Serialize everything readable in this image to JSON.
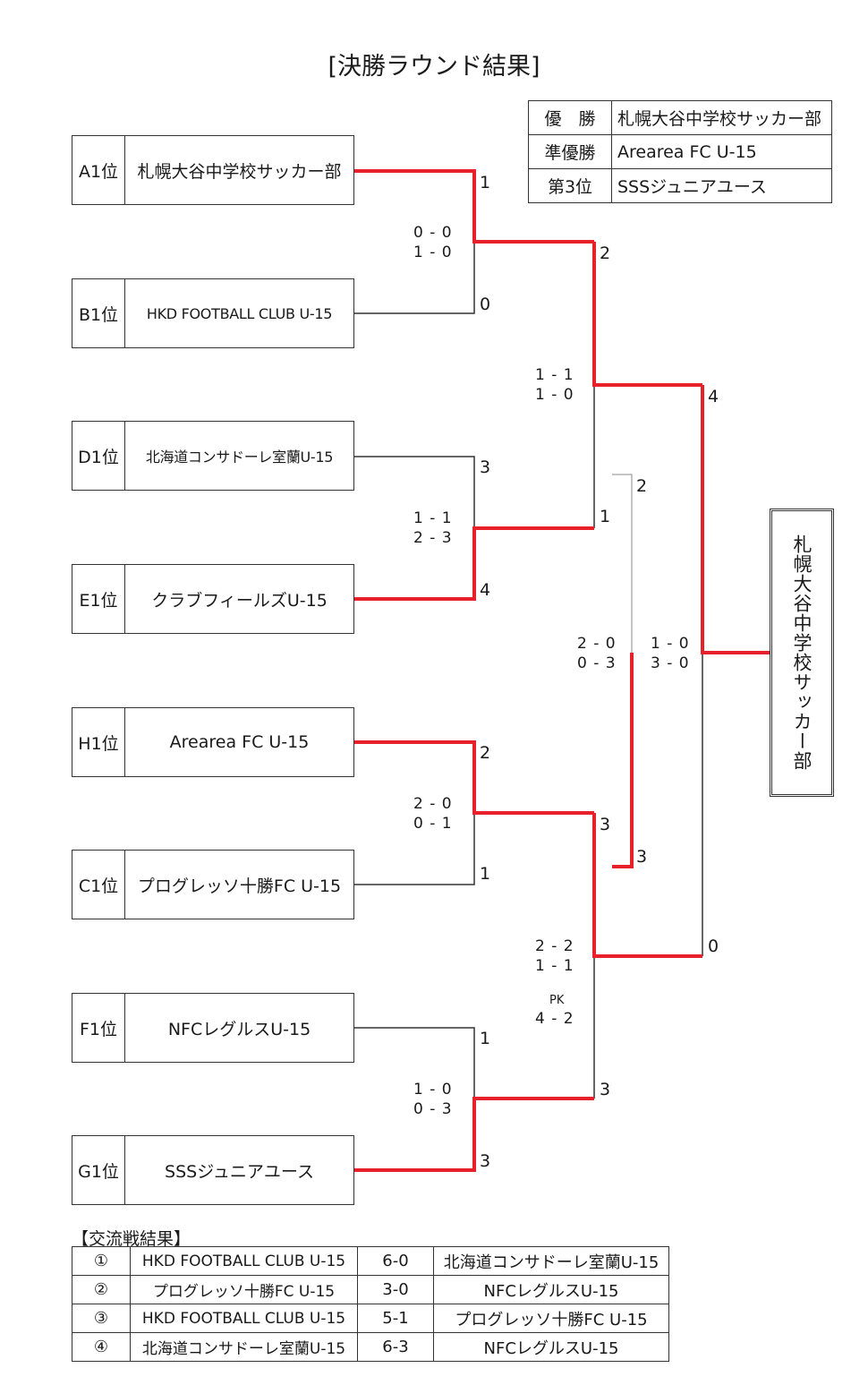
{
  "title": "[決勝ラウンド結果]",
  "results": [
    {
      "label": "優　勝",
      "value": "札幌大谷中学校サッカー部"
    },
    {
      "label": "準優勝",
      "value": "Arearea FC U-15"
    },
    {
      "label": "第3位",
      "value": "SSSジュニアユース"
    }
  ],
  "teams": [
    {
      "seed": "A1位",
      "name": "札幌大谷中学校サッカー部"
    },
    {
      "seed": "B1位",
      "name": "HKD FOOTBALL CLUB U-15"
    },
    {
      "seed": "D1位",
      "name": "北海道コンサドーレ室蘭U-15"
    },
    {
      "seed": "E1位",
      "name": "クラブフィールズU-15"
    },
    {
      "seed": "H1位",
      "name": "Arearea FC U-15"
    },
    {
      "seed": "C1位",
      "name": "プログレッソ十勝FC U-15"
    },
    {
      "seed": "F1位",
      "name": "NFCレグルスU-15"
    },
    {
      "seed": "G1位",
      "name": "SSSジュニアユース"
    }
  ],
  "bracket": {
    "r1": [
      {
        "score_top": "1",
        "score_bottom": "0",
        "halves": "0 - 0\n1 - 0"
      },
      {
        "score_top": "3",
        "score_bottom": "4",
        "halves": "1 - 1\n2 - 3"
      },
      {
        "score_top": "2",
        "score_bottom": "1",
        "halves": "2 - 0\n0 - 1"
      },
      {
        "score_top": "1",
        "score_bottom": "3",
        "halves": "1 - 0\n0 - 3"
      }
    ],
    "semis": [
      {
        "score_top": "2",
        "score_bottom": "1",
        "halves": "1 - 1\n1 - 0"
      },
      {
        "score_top": "3",
        "score_bottom": "3",
        "halves": "2 - 2\n1 - 1",
        "pk_label": "PK",
        "pk_score": "4 - 2"
      }
    ],
    "third_place": {
      "score_top": "2",
      "score_bottom": "3",
      "halves": "2 - 0\n0 - 3"
    },
    "final": {
      "score_top": "4",
      "score_bottom": "0",
      "halves": "1 - 0\n3 - 0"
    },
    "champion": "札幌大谷中学校サッカー部",
    "win_color": "#e8202a",
    "line_color": "#333333"
  },
  "exchange": {
    "title": "【交流戦結果】",
    "rows": [
      {
        "no": "①",
        "team1": "HKD FOOTBALL CLUB U-15",
        "score": "6-0",
        "team2": "北海道コンサドーレ室蘭U-15"
      },
      {
        "no": "②",
        "team1": "プログレッソ十勝FC U-15",
        "score": "3-0",
        "team2": "NFCレグルスU-15"
      },
      {
        "no": "③",
        "team1": "HKD FOOTBALL CLUB U-15",
        "score": "5-1",
        "team2": "プログレッソ十勝FC U-15"
      },
      {
        "no": "④",
        "team1": "北海道コンサドーレ室蘭U-15",
        "score": "6-3",
        "team2": "NFCレグルスU-15"
      }
    ]
  }
}
